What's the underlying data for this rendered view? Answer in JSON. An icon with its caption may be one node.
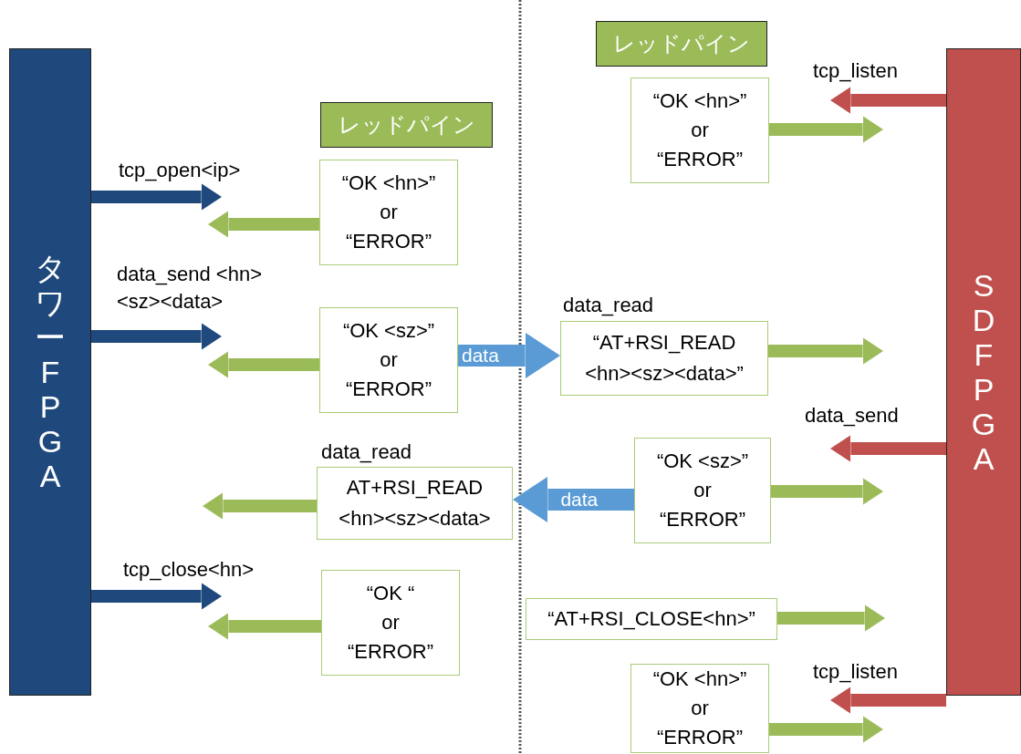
{
  "diagram": {
    "nodes": [
      {
        "text": [
          "タワー FPGA"
        ]
      },
      {
        "text": [
          "レッドパイン"
        ]
      },
      {
        "text": [
          "“OK <hn>”",
          "or",
          "“ERROR”"
        ]
      },
      {
        "text": [
          "SD FPGA"
        ]
      },
      {
        "text": [
          "レッドパイン"
        ]
      },
      {
        "text": [
          "“OK <hn>”",
          "or",
          "“ERROR”"
        ]
      },
      {
        "text": [
          "“OK <sz>”",
          "or",
          "“ERROR”"
        ]
      },
      {
        "text": [
          "“AT+RSI_READ <hn><sz><data>”"
        ],
        "beside": [
          "data_read"
        ]
      },
      {
        "text": [
          "“OK <sz>”",
          "or",
          "“ERROR”"
        ]
      },
      {
        "text": [
          "AT+RSI_READ <hn><sz><data>"
        ],
        "beside": [
          "data_read"
        ]
      },
      {
        "text": [
          "“OK “",
          "or",
          "“ERROR”"
        ]
      },
      {
        "text": [
          "“AT+RSI_CLOSE<hn>”"
        ]
      },
      {
        "text": [
          "“OK <hn>”",
          "or",
          "“ERROR”"
        ]
      }
    ],
    "edges": [
      {
        "from": 0,
        "to": null,
        "arrow": "to",
        "label": "tcp_open<ip>",
        "color": "#1f497d"
      },
      {
        "from": 5,
        "to": null,
        "arrow": "to"
      },
      {
        "from": 0,
        "to": null,
        "arrow": "to",
        "label": "data_send <hn><sz><data>",
        "color": "#1f497d"
      },
      {
        "from": 6,
        "to": null,
        "arrow": "to"
      },
      {
        "from": 6,
        "to": 7,
        "arrow": "to",
        "label": "data",
        "color": "#5b9bd5"
      },
      {
        "from": 9,
        "to": null,
        "arrow": "to"
      },
      {
        "from": 0,
        "to": null,
        "arrow": "to",
        "label": "tcp_close<hn>",
        "color": "#1f497d"
      },
      {
        "from": 10,
        "to": null,
        "arrow": "to"
      },
      {
        "from": 3,
        "to": null,
        "arrow": "to",
        "label": "tcp_listen",
        "color": "#c0504d"
      },
      {
        "from": 2,
        "to": null,
        "arrow": "to"
      },
      {
        "from": 7,
        "to": null,
        "arrow": "to"
      },
      {
        "from": 3,
        "to": null,
        "arrow": "to",
        "label": "data_send",
        "color": "#c0504d"
      },
      {
        "from": 8,
        "to": null,
        "arrow": "to"
      },
      {
        "from": 8,
        "to": 9,
        "arrow": "to",
        "label": "data",
        "color": "#5b9bd5"
      },
      {
        "from": 11,
        "to": null,
        "arrow": "to"
      },
      {
        "from": 3,
        "to": null,
        "arrow": "to",
        "label": "tcp_listen",
        "color": "#c0504d"
      },
      {
        "from": 12,
        "to": null,
        "arrow": "to"
      }
    ]
  }
}
